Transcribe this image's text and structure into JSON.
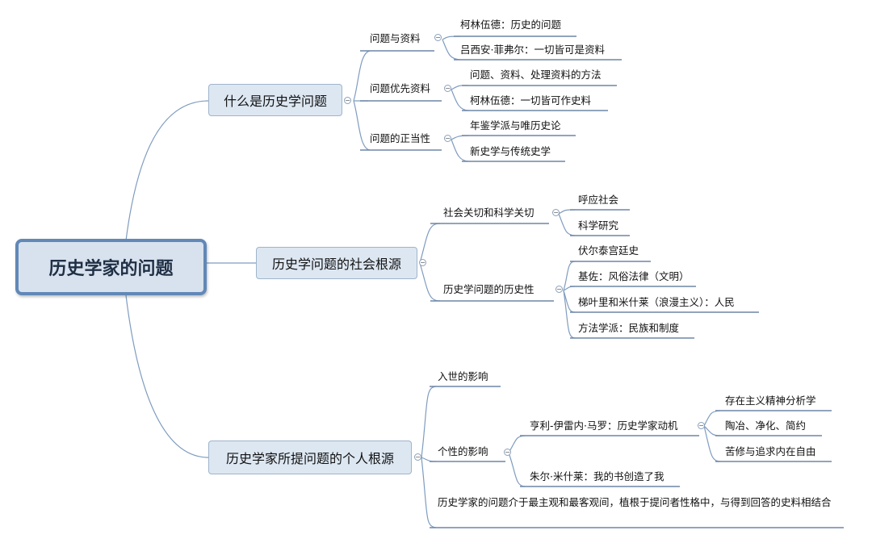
{
  "root": {
    "label": "历史学家的问题"
  },
  "branches": [
    {
      "label": "什么是历史学问题",
      "children": [
        {
          "label": "问题与资料",
          "children": [
            "柯林伍德：历史的问题",
            "吕西安·菲弗尔：一切皆可是资料"
          ]
        },
        {
          "label": "问题优先资料",
          "children": [
            "问题、资料、处理资料的方法",
            "柯林伍德：一切皆可作史料"
          ]
        },
        {
          "label": "问题的正当性",
          "children": [
            "年鉴学派与唯历史论",
            "新史学与传统史学"
          ]
        }
      ]
    },
    {
      "label": "历史学问题的社会根源",
      "children": [
        {
          "label": "社会关切和科学关切",
          "children": [
            "呼应社会",
            "科学研究"
          ]
        },
        {
          "label": "历史学问题的历史性",
          "children": [
            "伏尔泰宫廷史",
            "基佐：风俗法律（文明）",
            "梯叶里和米什莱（浪漫主义）：人民",
            "方法学派：民族和制度"
          ]
        }
      ]
    },
    {
      "label": "历史学家所提问题的个人根源",
      "children": [
        {
          "label": "入世的影响"
        },
        {
          "label": "个性的影响",
          "children": [
            {
              "label": "亨利-伊雷内·马罗：历史学家动机",
              "children": [
                "存在主义精神分析学",
                "陶冶、净化、简约",
                "苦修与追求内在自由"
              ]
            },
            {
              "label": "朱尔·米什莱：我的书创造了我"
            }
          ]
        },
        {
          "label": "历史学家的问题介于最主观和最客观间，植根于提问者性格中，与得到回答的史料相结合"
        }
      ]
    }
  ]
}
